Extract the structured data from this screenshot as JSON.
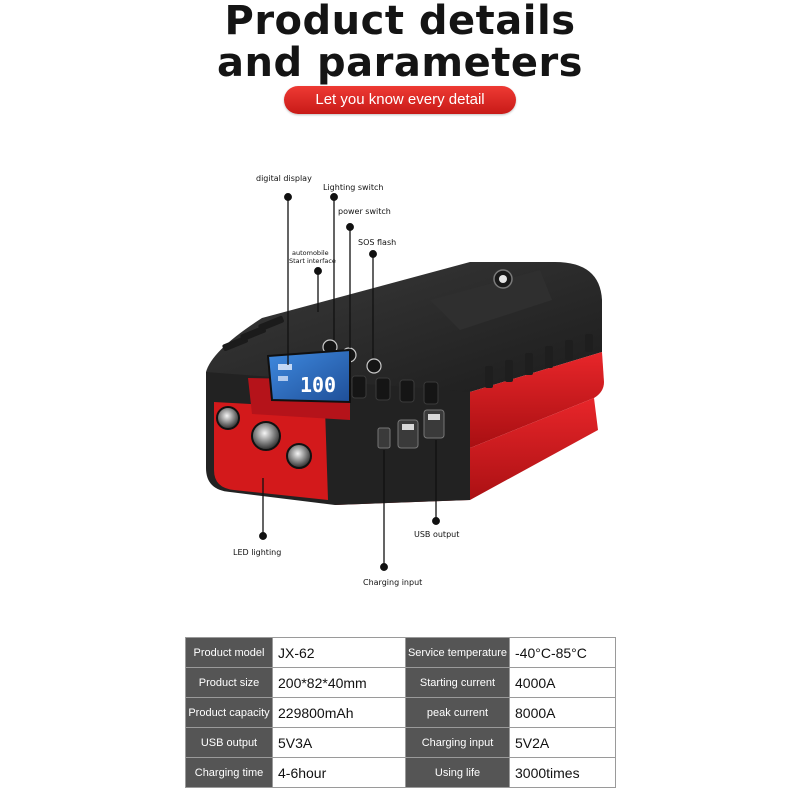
{
  "header": {
    "title_line1": "Product details",
    "title_line2": "and parameters",
    "subtitle": "Let you know every detail"
  },
  "callouts": {
    "digital_display": "digital display",
    "lighting_switch": "Lighting switch",
    "power_switch": "power switch",
    "automobile_start_line1": "automobile",
    "automobile_start_line2": "Start interface",
    "sos_flash": "SOS flash",
    "led_lighting": "LED lighting",
    "usb_output": "USB output",
    "charging_input": "Charging input"
  },
  "device": {
    "screen_reading": "100",
    "colors": {
      "body_red": "#d3191b",
      "shell_dark": "#2a2a2a",
      "screen_blue": "#2f74c4"
    }
  },
  "specs": {
    "rows": [
      {
        "k1": "Product model",
        "v1": "JX-62",
        "k2": "Service temperature",
        "v2": "-40°C-85°C"
      },
      {
        "k1": "Product size",
        "v1": "200*82*40mm",
        "k2": "Starting current",
        "v2": "4000A"
      },
      {
        "k1": "Product capacity",
        "v1": "229800mAh",
        "k2": "peak current",
        "v2": "8000A"
      },
      {
        "k1": "USB output",
        "v1": "5V3A",
        "k2": "Charging input",
        "v2": "5V2A"
      },
      {
        "k1": "Charging time",
        "v1": "4-6hour",
        "k2": "Using life",
        "v2": "3000times"
      }
    ],
    "colors": {
      "key_bg": "#555555",
      "key_text": "#ffffff",
      "border": "#9a9a9a"
    }
  }
}
